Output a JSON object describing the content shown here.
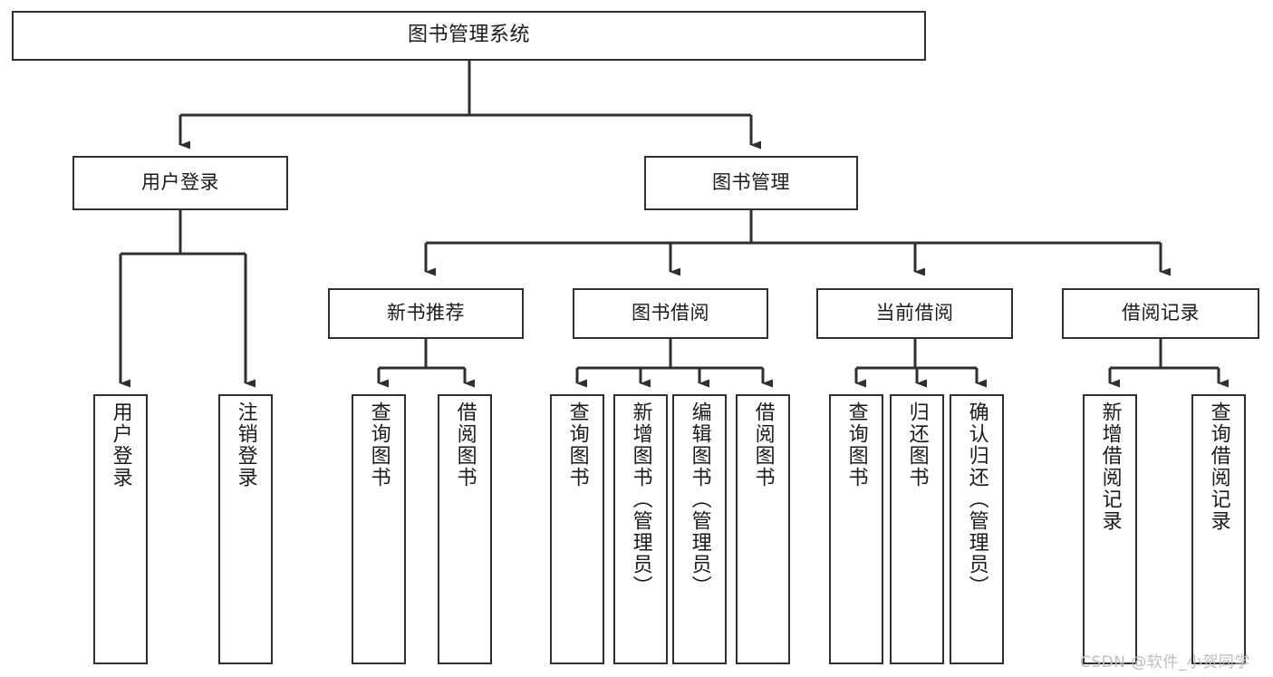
{
  "diagram": {
    "title": "图书管理系统",
    "type": "tree-hierarchy",
    "root": {
      "label": "图书管理系统"
    },
    "level2": [
      {
        "label": "用户登录"
      },
      {
        "label": "图书管理"
      }
    ],
    "level3": [
      {
        "label": "新书推荐"
      },
      {
        "label": "图书借阅"
      },
      {
        "label": "当前借阅"
      },
      {
        "label": "借阅记录"
      }
    ],
    "leaves": {
      "user_login": [
        {
          "label": "用户登录"
        },
        {
          "label": "注销登录"
        }
      ],
      "new_book_recommend": [
        {
          "label": "查询图书"
        },
        {
          "label": "借阅图书"
        }
      ],
      "book_borrow": [
        {
          "label": "查询图书"
        },
        {
          "label": "新增图书（管理员）"
        },
        {
          "label": "编辑图书（管理员）"
        },
        {
          "label": "借阅图书"
        }
      ],
      "current_borrow": [
        {
          "label": "查询图书"
        },
        {
          "label": "归还图书"
        },
        {
          "label": "确认归还（管理员）"
        }
      ],
      "borrow_record": [
        {
          "label": "新增借阅记录"
        },
        {
          "label": "查询借阅记录"
        }
      ]
    }
  },
  "watermark": {
    "text": "CSDN @软件_小贺同学"
  },
  "colors": {
    "background": "#ffffff",
    "box_border": "#2f2f2f",
    "box_fill": "#ffffff",
    "connector": "#2f2f2f",
    "text": "#1b1b1b",
    "watermark": "#bdbdbd"
  }
}
